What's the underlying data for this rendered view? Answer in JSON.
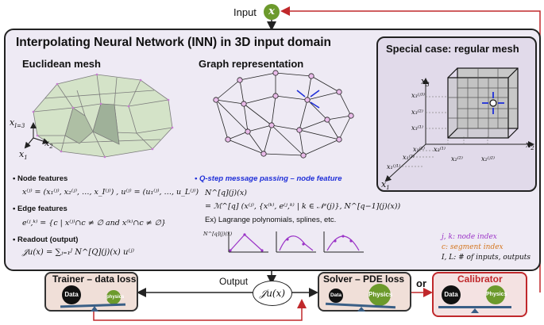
{
  "input": {
    "label": "Input",
    "symbol": "x"
  },
  "main": {
    "title": "Interpolating Neural Network (INN) in 3D input domain"
  },
  "euclidean": {
    "title": "Euclidean mesh",
    "axis_x3": "x",
    "axis_x3_sub": "I=3",
    "axis_x2": "x",
    "axis_x2_sub": "2",
    "axis_x1": "x",
    "axis_x1_sub": "1"
  },
  "graph": {
    "title": "Graph representation"
  },
  "special": {
    "title": "Special case: regular mesh",
    "axis_x3": "x",
    "axis_x3_sub": "3",
    "axis_x2": "x",
    "axis_x2_sub": "2",
    "axis_x1": "x",
    "axis_x1_sub": "1",
    "x3_ticks": [
      "x₃⁽¹⁾",
      "x₃⁽²⁾",
      "x₃⁽ʲ³⁾"
    ],
    "x2_ticks": [
      "x₂⁽¹⁾",
      "x₂⁽²⁾",
      "x₂⁽ʲ²⁾"
    ],
    "x1_ticks": [
      "x₁⁽¹⁾",
      "x₁⁽²⁾",
      "x₁⁽ʲ¹⁾"
    ]
  },
  "features": {
    "node_label": "Node features",
    "node_formula": "x⁽ʲ⁾ = (x₁⁽ʲ⁾, x₂⁽ʲ⁾, …, x_I⁽ʲ⁾) , u⁽ʲ⁾ = (u₁⁽ʲ⁾, …, u_L⁽ʲ⁾)",
    "edge_label": "Edge features",
    "edge_formula": "e⁽ʲ,ᵏ⁾ = {c | x⁽ʲ⁾∩c ≠ ∅ and x⁽ᵏ⁾∩c ≠ ∅}",
    "readout_label": "Readout (output)",
    "readout_formula": "𝒥u(x) = ∑ⱼ₌₁ᴶ N^[Q](j)(x) u⁽ʲ⁾"
  },
  "message": {
    "title": "Q-step message passing – node feature",
    "formula1": "N^[q](j)(x)",
    "formula2": "= ℳ^[q] (x⁽ʲ⁾, {x⁽ᵏ⁾, e⁽ʲ,ᵏ⁾ | k ∈ 𝒩ˢ(j)}, N^[q−1](j)(x))",
    "example": "Ex) Lagrange polynomials, splines, etc.",
    "plot_label": "N^[q](j)(x)"
  },
  "legend": {
    "line1": "j, k: node index",
    "line2": "c: segment index",
    "line3": "I, L: # of inputs, outputs"
  },
  "output": {
    "label": "Output",
    "symbol": "𝒥u(x)"
  },
  "trainer": {
    "title": "Trainer – data loss",
    "data": "Data",
    "physics": "physics"
  },
  "solver": {
    "title": "Solver – PDE loss",
    "data": "Data",
    "physics": "Physics"
  },
  "or_label": "or",
  "calibrator": {
    "title": "Calibrator",
    "data": "Data",
    "physics": "Physics"
  },
  "colors": {
    "accent_red": "#c0282b",
    "physics_green": "#6c9a2c",
    "blue_text": "#1f2fd8",
    "purple_text": "#9b34c7",
    "orange_text": "#d4751e",
    "node_fill": "#e9bbe9"
  }
}
